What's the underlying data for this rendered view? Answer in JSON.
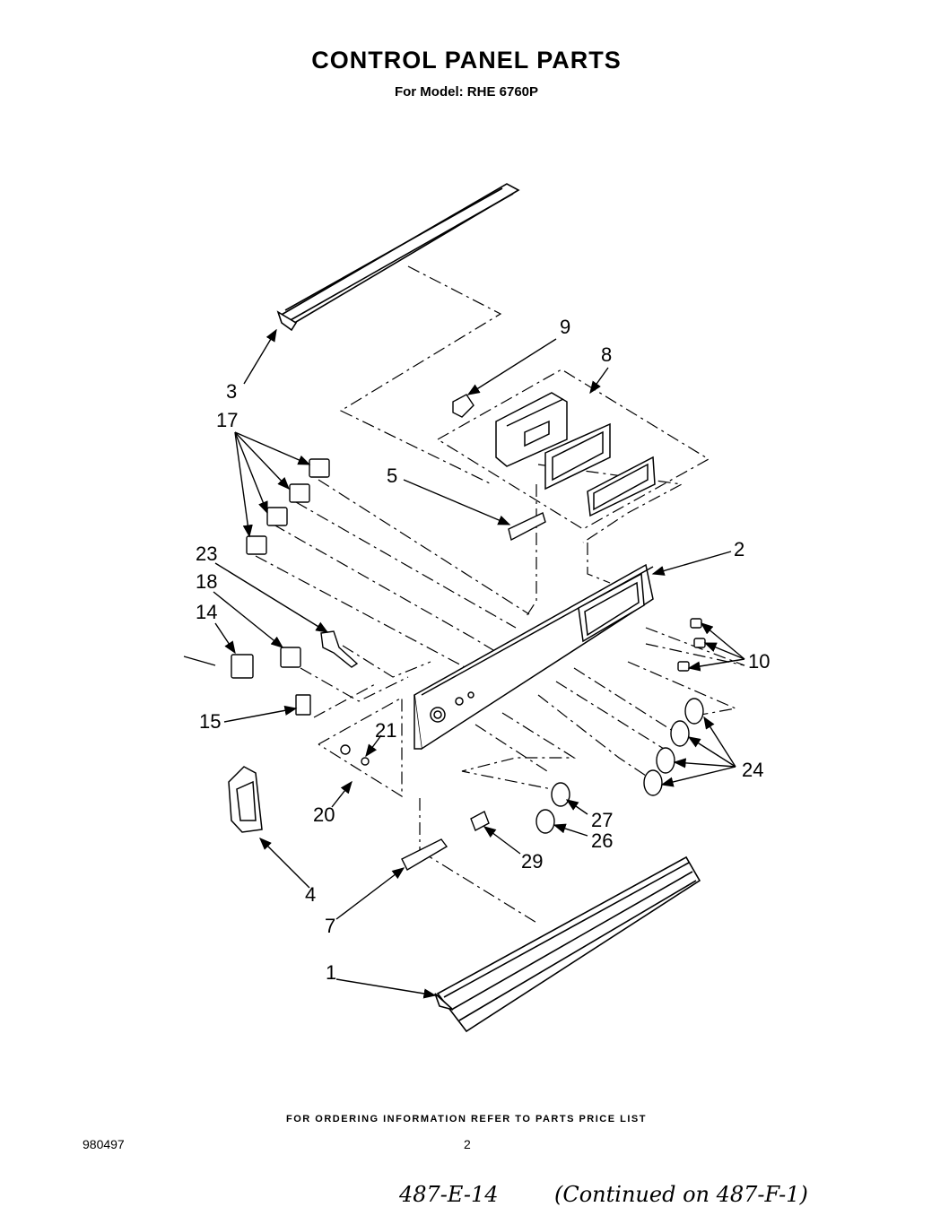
{
  "header": {
    "title": "CONTROL PANEL PARTS",
    "subtitle": "For Model: RHE 6760P"
  },
  "footer": {
    "ordering_note": "FOR ORDERING INFORMATION REFER TO PARTS PRICE LIST",
    "document_number": "980497",
    "page_number": "2",
    "handwritten_ref": "487-E-14",
    "handwritten_note": "(Continued on 487-F-1)"
  },
  "callouts": {
    "c1": "1",
    "c2": "2",
    "c3": "3",
    "c4": "4",
    "c5": "5",
    "c7": "7",
    "c8": "8",
    "c9": "9",
    "c10": "10",
    "c14": "14",
    "c15": "15",
    "c17": "17",
    "c18": "18",
    "c20": "20",
    "c21": "21",
    "c23": "23",
    "c24": "24",
    "c26": "26",
    "c27": "27",
    "c29": "29"
  }
}
